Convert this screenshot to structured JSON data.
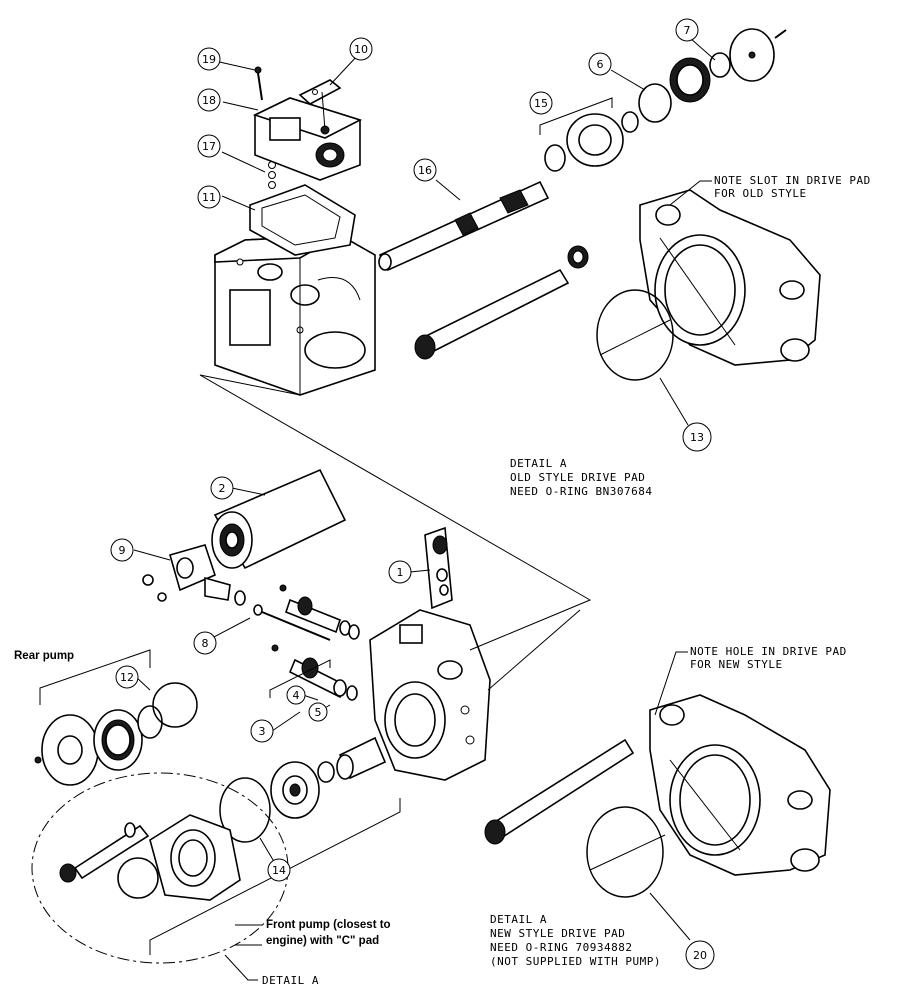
{
  "callouts": [
    {
      "id": "c1",
      "text": "1"
    },
    {
      "id": "c2",
      "text": "2"
    },
    {
      "id": "c3",
      "text": "3"
    },
    {
      "id": "c4",
      "text": "4"
    },
    {
      "id": "c5",
      "text": "5"
    },
    {
      "id": "c6",
      "text": "6"
    },
    {
      "id": "c7",
      "text": "7"
    },
    {
      "id": "c8",
      "text": "8"
    },
    {
      "id": "c9",
      "text": "9"
    },
    {
      "id": "c10",
      "text": "10"
    },
    {
      "id": "c11",
      "text": "11"
    },
    {
      "id": "c12",
      "text": "12"
    },
    {
      "id": "c13",
      "text": "13"
    },
    {
      "id": "c14",
      "text": "14"
    },
    {
      "id": "c15",
      "text": "15"
    },
    {
      "id": "c16",
      "text": "16"
    },
    {
      "id": "c17",
      "text": "17"
    },
    {
      "id": "c18",
      "text": "18"
    },
    {
      "id": "c19",
      "text": "19"
    },
    {
      "id": "c20",
      "text": "20"
    }
  ],
  "notes": {
    "old_slot_line1": "NOTE SLOT IN DRIVE PAD",
    "old_slot_line2": "FOR OLD STYLE",
    "detail_old_line1": "DETAIL A",
    "detail_old_line2": "OLD STYLE DRIVE PAD",
    "detail_old_line3": "NEED O-RING BN307684",
    "new_hole_line1": "NOTE HOLE IN DRIVE PAD",
    "new_hole_line2": "FOR NEW STYLE",
    "detail_new_line1": "DETAIL A",
    "detail_new_line2": "NEW STYLE DRIVE PAD",
    "detail_new_line3": "NEED O-RING 70934882",
    "detail_new_line4": "(NOT SUPPLIED WITH PUMP)",
    "rear_pump": "Rear pump",
    "front_pump_line1": "Front pump (closest to",
    "front_pump_line2": "engine) with \"C\" pad",
    "detail_a": "DETAIL A"
  }
}
